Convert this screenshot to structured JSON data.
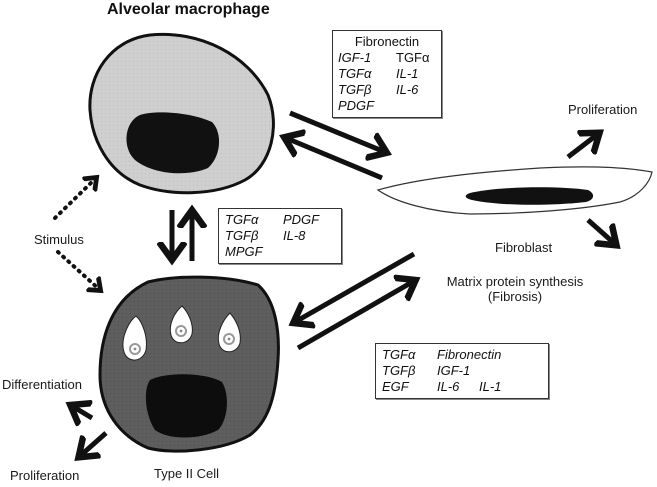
{
  "title": "Alveolar macrophage",
  "colors": {
    "macrophage_fill": "#cfcfcf",
    "type2_fill": "#5e5e5e",
    "nucleus": "#111111",
    "outline": "#111111"
  },
  "cells": {
    "macrophage": "Alveolar macrophage",
    "fibroblast": "Fibroblast",
    "type2": "Type II Cell"
  },
  "labels": {
    "stimulus": "Stimulus",
    "fibroblast_proliferation": "Proliferation",
    "fibroblast": "Fibroblast",
    "matrix_line1": "Matrix protein synthesis",
    "matrix_line2": "(Fibrosis)",
    "differentiation": "Differentiation",
    "type2_proliferation": "Proliferation",
    "type2": "Type II Cell"
  },
  "boxes": {
    "macrophage_to_fibroblast": {
      "header": "Fibronectin",
      "rows": [
        [
          "IGF-1",
          "TGFα"
        ],
        [
          "TGFα",
          "IL-1"
        ],
        [
          "TGFβ",
          "IL-6"
        ],
        [
          "PDGF",
          ""
        ]
      ]
    },
    "macrophage_type2": {
      "rows": [
        [
          "TGFα",
          "PDGF"
        ],
        [
          "TGFβ",
          "IL-8"
        ],
        [
          "MPGF",
          ""
        ]
      ]
    },
    "type2_fibroblast": {
      "rows": [
        [
          "TGFα",
          "Fibronectin",
          ""
        ],
        [
          "TGFβ",
          "IGF-1",
          ""
        ],
        [
          "EGF",
          "IL-6",
          "IL-1"
        ]
      ]
    }
  }
}
